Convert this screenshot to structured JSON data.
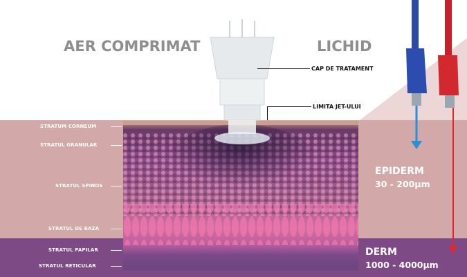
{
  "headings": {
    "left": "AER COMPRIMAT",
    "right": "LICHID"
  },
  "callouts": {
    "treatment_cap": "CAP DE TRATAMENT",
    "jet_limit": "LIMITA JET-ULUI"
  },
  "layers": {
    "stratum_corneum": "STRATUM CORNEUM",
    "granular": "STRATUL GRANULAR",
    "spinos": "STRATUL SPINOS",
    "baza": "STRATUL DE BAZA",
    "papilar": "STRATUL PAPILAR",
    "reticular": "STRATUL RETICULAR"
  },
  "zones": {
    "epiderm": {
      "name": "EPIDERM",
      "range": "30 - 200µm"
    },
    "derm": {
      "name": "DERM",
      "range": "1000 - 4000µm"
    }
  },
  "colors": {
    "epidermis_band": "#d2a8a8",
    "dermis_band": "#7e4a86",
    "blue_arrow": "#2a8fd6",
    "red_arrow": "#e0282f",
    "heading_gray": "#8e8e8e"
  },
  "icons": [
    "treatment-cap-icon",
    "blue-tube-icon",
    "red-tube-icon"
  ]
}
